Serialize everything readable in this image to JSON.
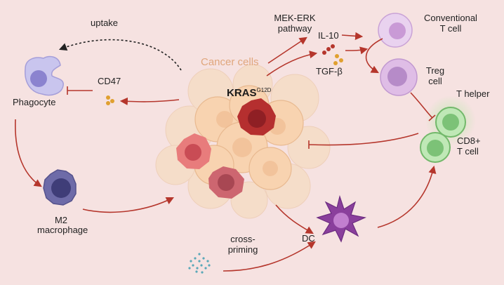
{
  "labels": {
    "uptake": "uptake",
    "cd47": "CD47",
    "phagocyte": "Phagocyte",
    "m2": "M2",
    "macrophage": "macrophage",
    "cancer_cells": "Cancer cells",
    "kras": "KRAS",
    "kras_sup": "G12D",
    "mek_erk_1": "MEK-ERK",
    "mek_erk_2": "pathway",
    "il10": "IL-10",
    "tgfb": "TGF-β",
    "conventional_1": "Conventional",
    "conventional_2": "T cell",
    "treg_1": "Treg",
    "treg_2": "cell",
    "thelper": "T helper",
    "cd8_1": "CD8+",
    "cd8_2": "T cell",
    "dc": "DC",
    "cross_1": "cross-",
    "cross_2": "priming"
  },
  "colors": {
    "background": "#f6e2e1",
    "arrow": "#b5362c",
    "dotted_arrow": "#222222"
  }
}
